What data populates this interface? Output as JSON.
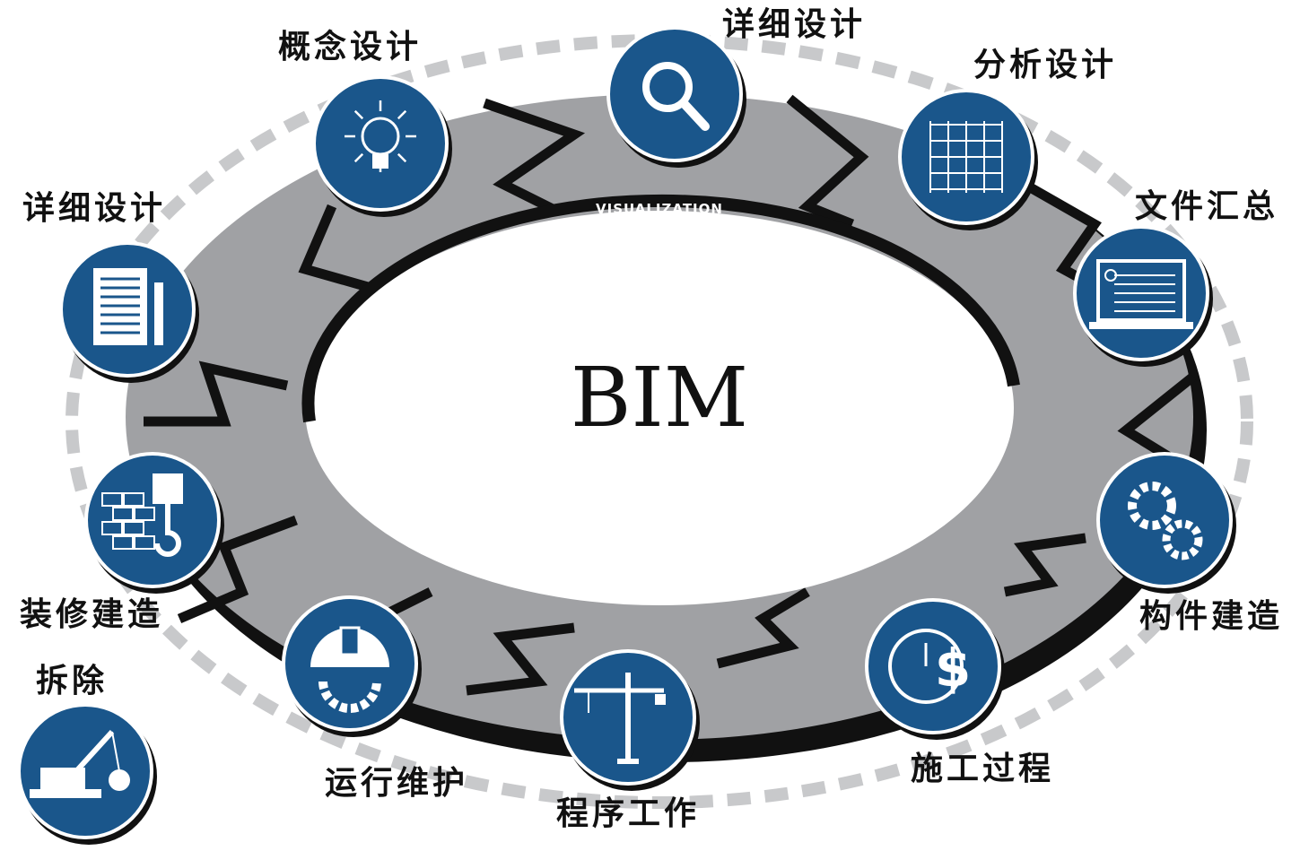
{
  "center_title": "BIM",
  "band_text": "VISUALIZATION",
  "stages": [
    {
      "label": "概念设计",
      "icon": "light-bulb-icon"
    },
    {
      "label": "详细设计",
      "icon": "magnifier-icon"
    },
    {
      "label": "分析设计",
      "icon": "building-frame-icon"
    },
    {
      "label": "文件汇总",
      "icon": "monitor-document-icon"
    },
    {
      "label": "构件建造",
      "icon": "gears-icon"
    },
    {
      "label": "施工过程",
      "icon": "clock-dollar-icon"
    },
    {
      "label": "程序工作",
      "icon": "tower-crane-icon"
    },
    {
      "label": "运行维护",
      "icon": "hard-hat-gear-icon"
    },
    {
      "label": "装修建造",
      "icon": "brick-wall-hook-icon"
    },
    {
      "label": "详细设计",
      "icon": "document-pencil-icon"
    },
    {
      "label": "拆除",
      "icon": "wrecking-ball-crane-icon"
    }
  ],
  "colors": {
    "icon_circle": "#1a568b",
    "band_gray": "#a0a1a4",
    "band_dark": "#111111",
    "dash_ring": "#c8c9cb"
  }
}
